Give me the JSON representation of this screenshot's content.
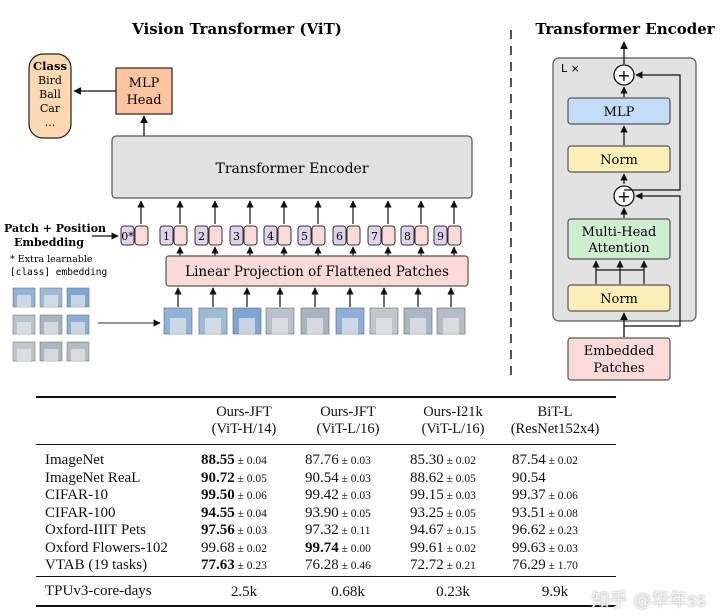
{
  "vit": {
    "title": "Vision Transformer (ViT)",
    "class_box": {
      "title": "Class",
      "items": [
        "Bird",
        "Ball",
        "Car",
        "..."
      ]
    },
    "mlp_head": [
      "MLP",
      "Head"
    ],
    "encoder_label": "Transformer Encoder",
    "embedding_label": [
      "Patch + Position",
      "Embedding"
    ],
    "extra_note": [
      "* Extra learnable",
      "[class] embedding"
    ],
    "tokens": [
      "0*",
      "1",
      "2",
      "3",
      "4",
      "5",
      "6",
      "7",
      "8",
      "9"
    ],
    "projection_label": "Linear Projection of Flattened Patches"
  },
  "encoder": {
    "title": "Transformer Encoder",
    "repeat": "L ×",
    "blocks": {
      "mlp": "MLP",
      "norm_top": "Norm",
      "attention": [
        "Multi-Head",
        "Attention"
      ],
      "norm_bottom": "Norm",
      "plus": "+"
    },
    "input": [
      "Embedded",
      "Patches"
    ]
  },
  "table": {
    "headers": [
      [
        "Ours-JFT",
        "(ViT-H/14)"
      ],
      [
        "Ours-JFT",
        "(ViT-L/16)"
      ],
      [
        "Ours-I21k",
        "(ViT-L/16)"
      ],
      [
        "BiT-L",
        "(ResNet152x4)"
      ]
    ],
    "rows": [
      {
        "label": "ImageNet",
        "cells": [
          {
            "v": "88.55",
            "e": "± 0.04",
            "bold": true
          },
          {
            "v": "87.76",
            "e": "± 0.03"
          },
          {
            "v": "85.30",
            "e": "± 0.02"
          },
          {
            "v": "87.54",
            "e": "± 0.02"
          }
        ]
      },
      {
        "label": "ImageNet ReaL",
        "cells": [
          {
            "v": "90.72",
            "e": "± 0.05",
            "bold": true
          },
          {
            "v": "90.54",
            "e": "± 0.03"
          },
          {
            "v": "88.62",
            "e": "± 0.05"
          },
          {
            "v": "90.54",
            "e": ""
          }
        ]
      },
      {
        "label": "CIFAR-10",
        "cells": [
          {
            "v": "99.50",
            "e": "± 0.06",
            "bold": true
          },
          {
            "v": "99.42",
            "e": "± 0.03"
          },
          {
            "v": "99.15",
            "e": "± 0.03"
          },
          {
            "v": "99.37",
            "e": "± 0.06"
          }
        ]
      },
      {
        "label": "CIFAR-100",
        "cells": [
          {
            "v": "94.55",
            "e": "± 0.04",
            "bold": true
          },
          {
            "v": "93.90",
            "e": "± 0.05"
          },
          {
            "v": "93.25",
            "e": "± 0.05"
          },
          {
            "v": "93.51",
            "e": "± 0.08"
          }
        ]
      },
      {
        "label": "Oxford-IIIT Pets",
        "cells": [
          {
            "v": "97.56",
            "e": "± 0.03",
            "bold": true
          },
          {
            "v": "97.32",
            "e": "± 0.11"
          },
          {
            "v": "94.67",
            "e": "± 0.15"
          },
          {
            "v": "96.62",
            "e": "± 0.23"
          }
        ]
      },
      {
        "label": "Oxford Flowers-102",
        "cells": [
          {
            "v": "99.68",
            "e": "± 0.02"
          },
          {
            "v": "99.74",
            "e": "± 0.00",
            "bold": true
          },
          {
            "v": "99.61",
            "e": "± 0.02"
          },
          {
            "v": "99.63",
            "e": "± 0.03"
          }
        ]
      },
      {
        "label": "VTAB (19 tasks)",
        "cells": [
          {
            "v": "77.63",
            "e": "± 0.23",
            "bold": true
          },
          {
            "v": "76.28",
            "e": "± 0.46"
          },
          {
            "v": "72.72",
            "e": "± 0.21"
          },
          {
            "v": "76.29",
            "e": "± 1.70"
          }
        ]
      }
    ],
    "footer": {
      "label": "TPUv3-core-days",
      "values": [
        "2.5k",
        "0.68k",
        "0.23k",
        "9.9k"
      ]
    }
  },
  "watermark": "知乎 @华年ss",
  "colors": {
    "class_box": "#fcd9b0",
    "mlp_head": "#fcc4a0",
    "encoder": "#e2e2e2",
    "projection": "#fbdada",
    "token": "#ddd3ea",
    "mlp_block": "#c3dcf7",
    "norm_block": "#fdefb8",
    "attention_block": "#cfeecf",
    "embedded_patches": "#fbdada"
  }
}
